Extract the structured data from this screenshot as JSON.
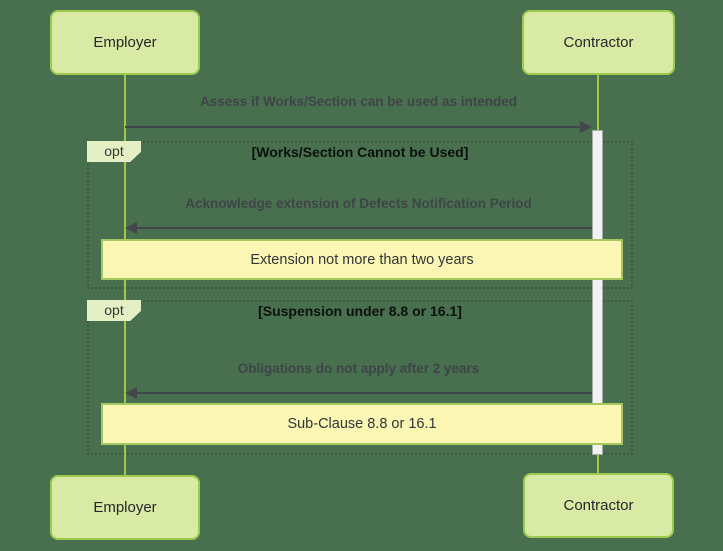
{
  "participants": {
    "employer": "Employer",
    "contractor": "Contractor"
  },
  "messages": [
    {
      "text": "Assess if Works/Section can be used as intended",
      "from": "Employer",
      "to": "Contractor",
      "direction": "right"
    },
    {
      "text": "Acknowledge extension of Defects Notification Period",
      "from": "Contractor",
      "to": "Employer",
      "direction": "left"
    },
    {
      "text": "Obligations do not apply after 2 years",
      "from": "Contractor",
      "to": "Employer",
      "direction": "left"
    }
  ],
  "fragments": [
    {
      "operator": "opt",
      "guard": "[Works/Section Cannot be Used]"
    },
    {
      "operator": "opt",
      "guard": "[Suspension under 8.8 or 16.1]"
    }
  ],
  "notes": [
    {
      "text": "Extension not more than two years"
    },
    {
      "text": "Sub-Clause 8.8 or 16.1"
    }
  ],
  "colors": {
    "background": "#48704E",
    "participant_fill": "#D9EAA4",
    "participant_border": "#9CC94E",
    "lifeline": "#A4C74A",
    "activation_fill": "#F2F2F2",
    "fragment_border": "#3C5A40",
    "fragment_tab_fill": "#E4EFC5",
    "note_fill": "#FCF6B4",
    "note_border": "#A5C75F",
    "arrow": "#41474B"
  }
}
